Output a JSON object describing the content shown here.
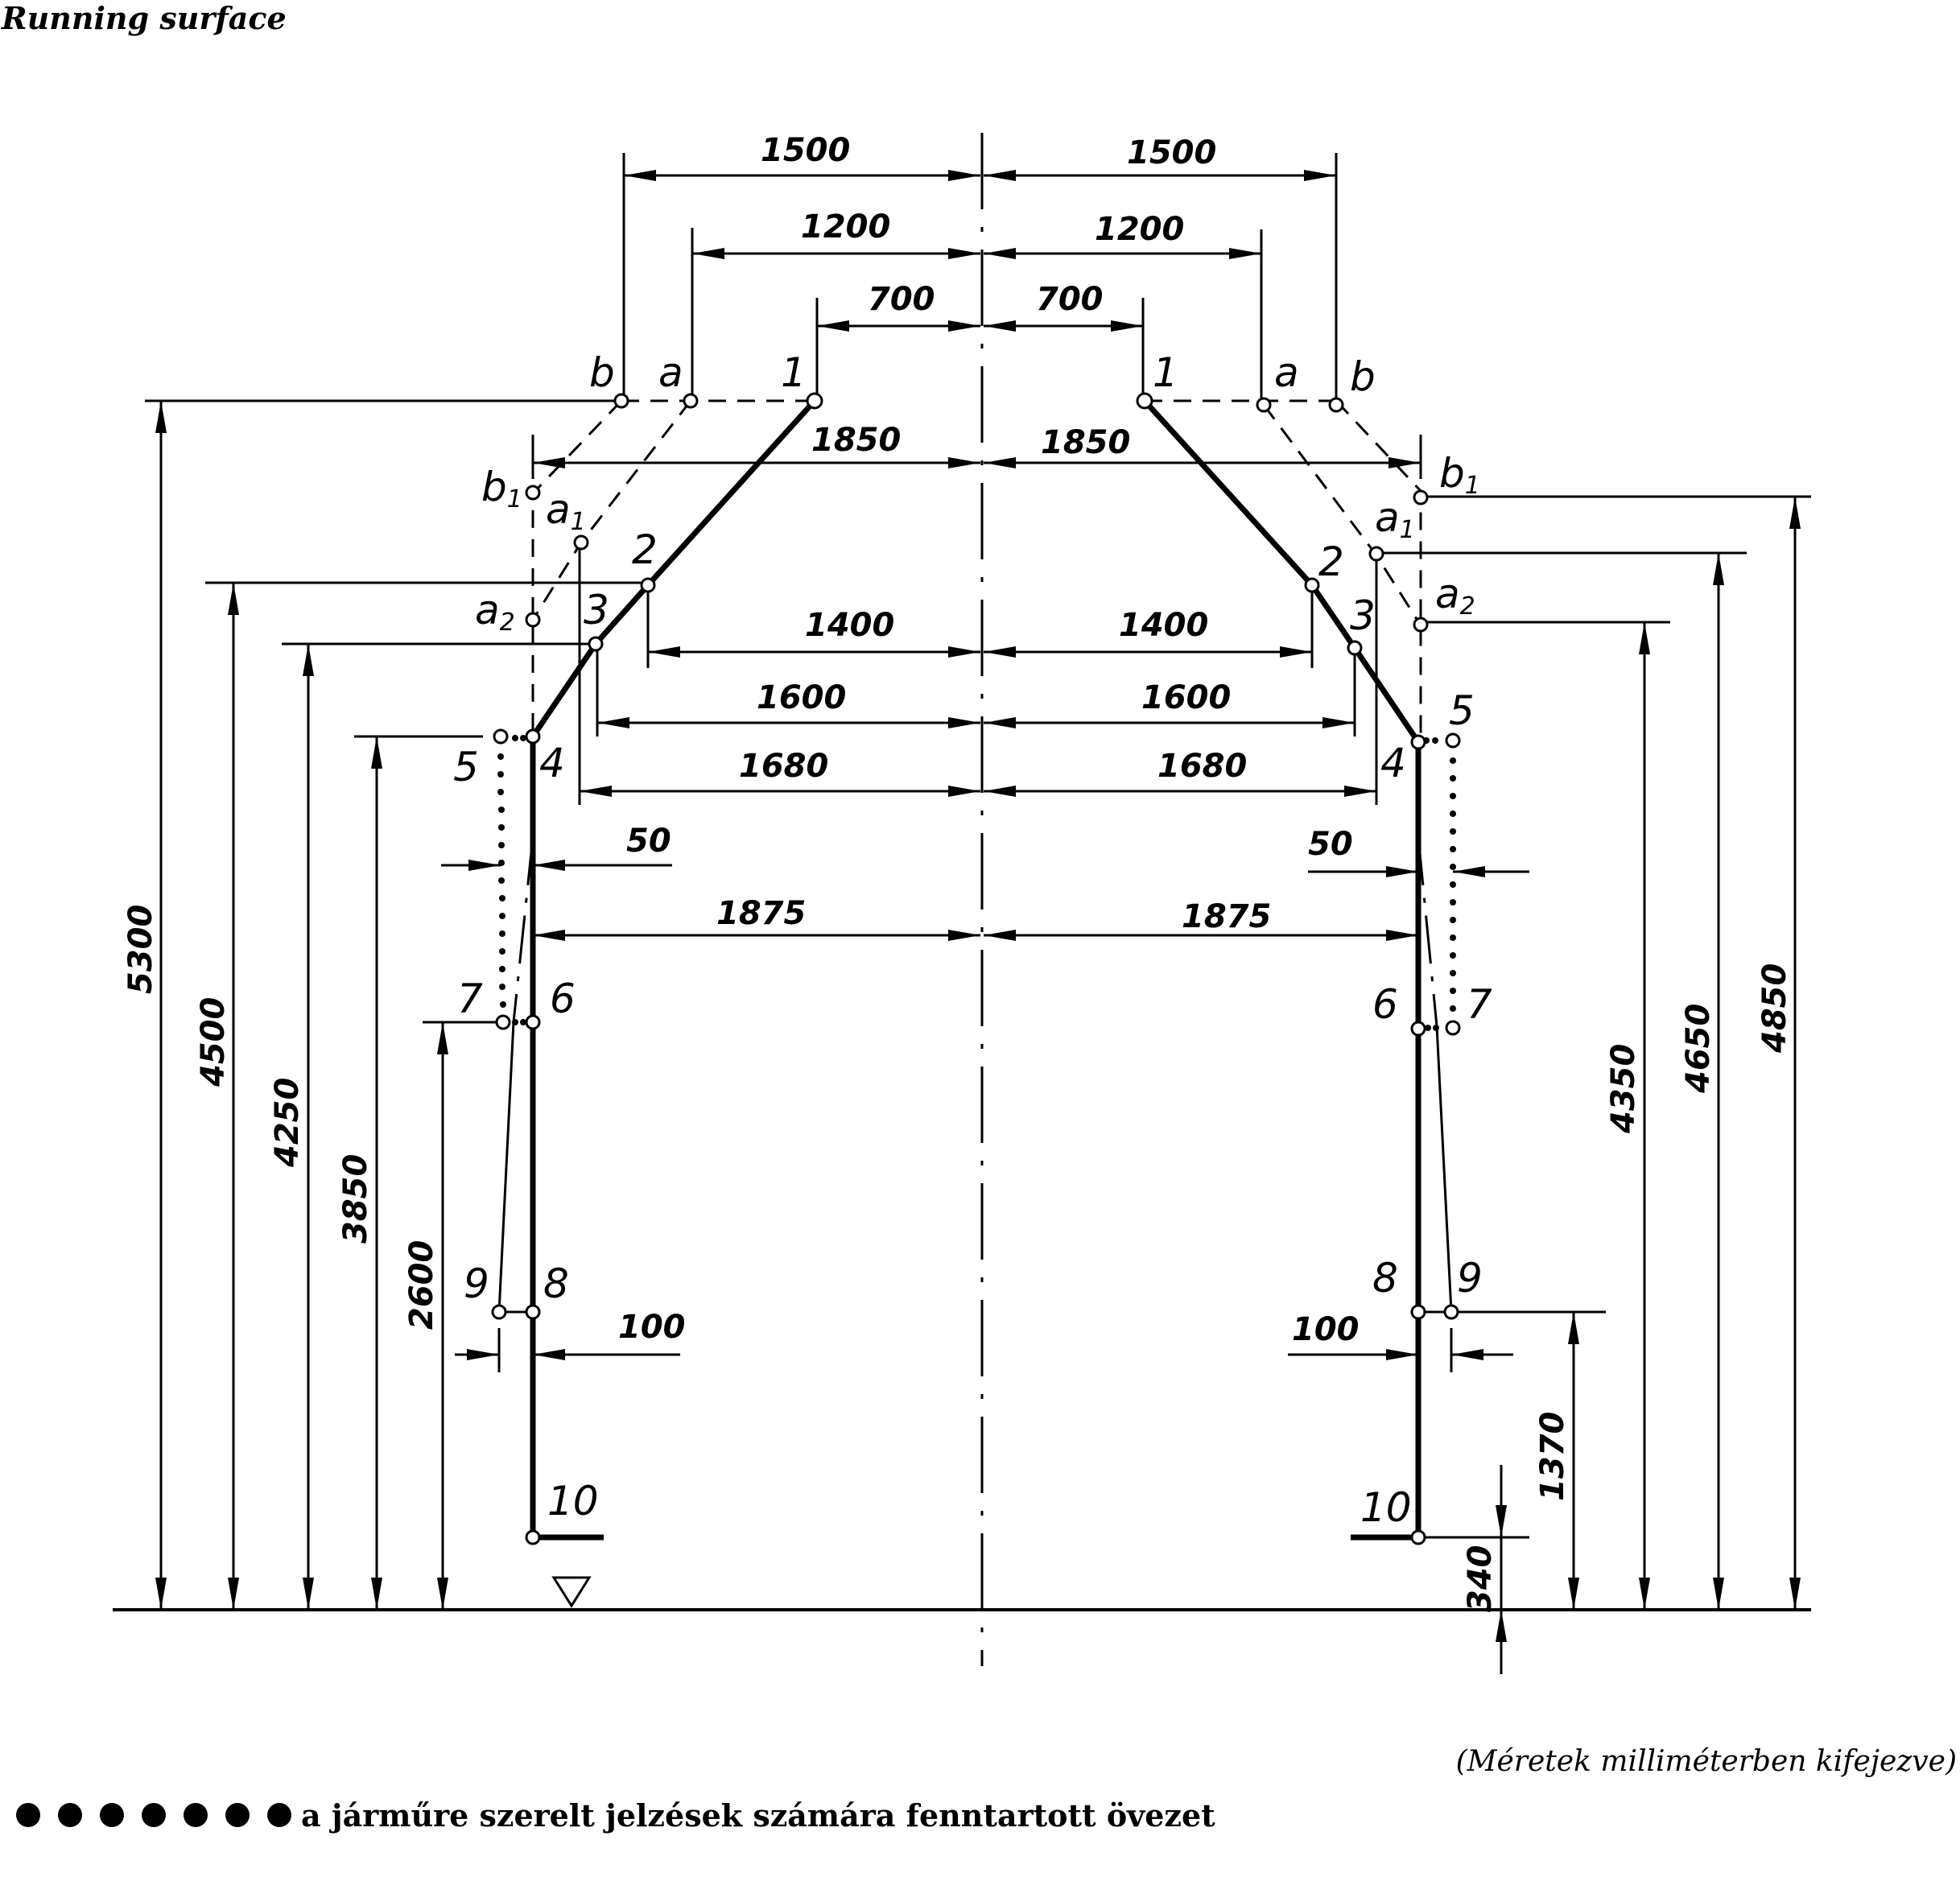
{
  "heading": "Running surface",
  "units_note": "(Méretek milliméterben kifejezve)",
  "legend": {
    "symbol": "dotted-line-symbol",
    "text": "a járműre szerelt jelzések számára fenntartott övezet"
  },
  "points": {
    "p1": "1",
    "p2": "2",
    "p3": "3",
    "p4": "4",
    "p5": "5",
    "p6": "6",
    "p7": "7",
    "p8": "8",
    "p9": "9",
    "p10": "10",
    "a": "a",
    "b": "b",
    "a1": "a",
    "a1_sub": "1",
    "a2": "a",
    "a2_sub": "2",
    "b1": "b",
    "b1_sub": "1"
  },
  "dimensions": {
    "horizontal": {
      "w1500": "1500",
      "w1200": "1200",
      "w700": "700",
      "w1850": "1850",
      "w1400": "1400",
      "w1600": "1600",
      "w1680": "1680",
      "w1875": "1875",
      "w50": "50",
      "w100": "100"
    },
    "vertical_left": {
      "h5300": "5300",
      "h4500": "4500",
      "h4250": "4250",
      "h3850": "3850",
      "h2600": "2600"
    },
    "vertical_right": {
      "h4850": "4850",
      "h4650": "4650",
      "h4350": "4350",
      "h1370": "1370",
      "h340": "340"
    }
  }
}
